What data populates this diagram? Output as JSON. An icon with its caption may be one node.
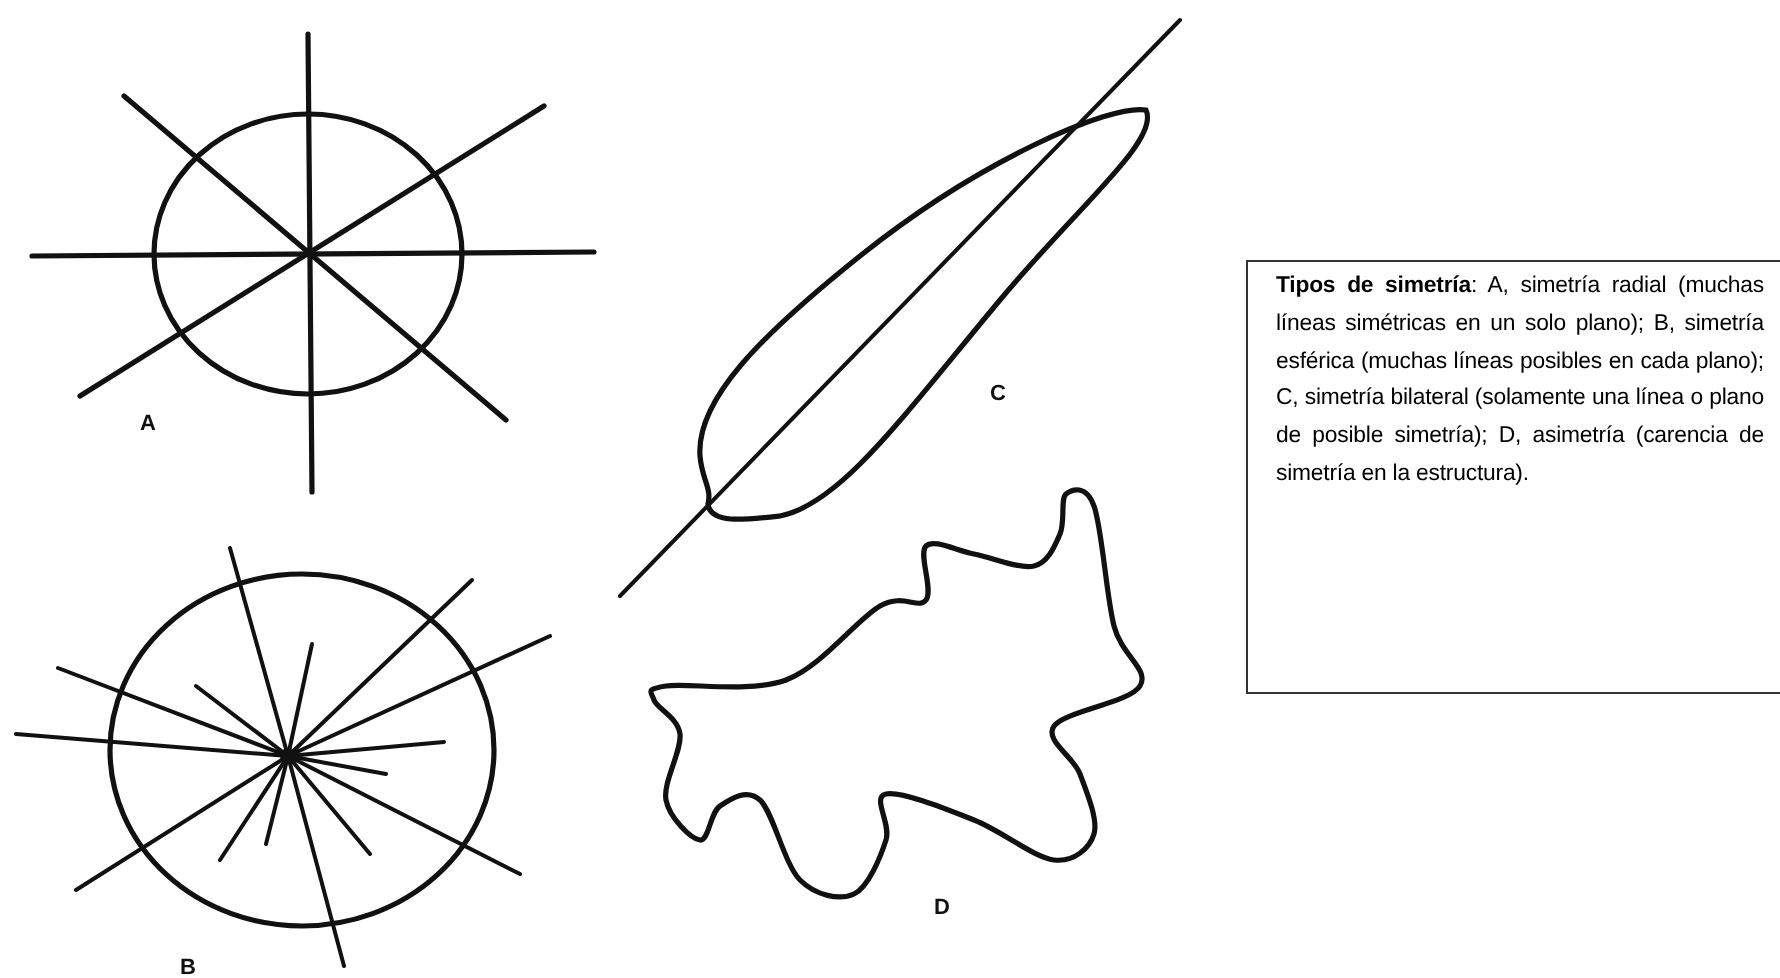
{
  "diagram": {
    "nodes": [
      {
        "text": [
          "**Tipos de simetría**: A, simetría radial (muchas líneas simétricas en un solo plano); B, simetría esférica (muchas líneas posibles en cada plano); C, simetría bilateral (solamente una línea o plano de posible simetría); D, asimetría (carencia de simetría en la estructura)."
        ]
      }
    ],
    "labels": [
      "A",
      "B",
      "C",
      "D"
    ]
  }
}
